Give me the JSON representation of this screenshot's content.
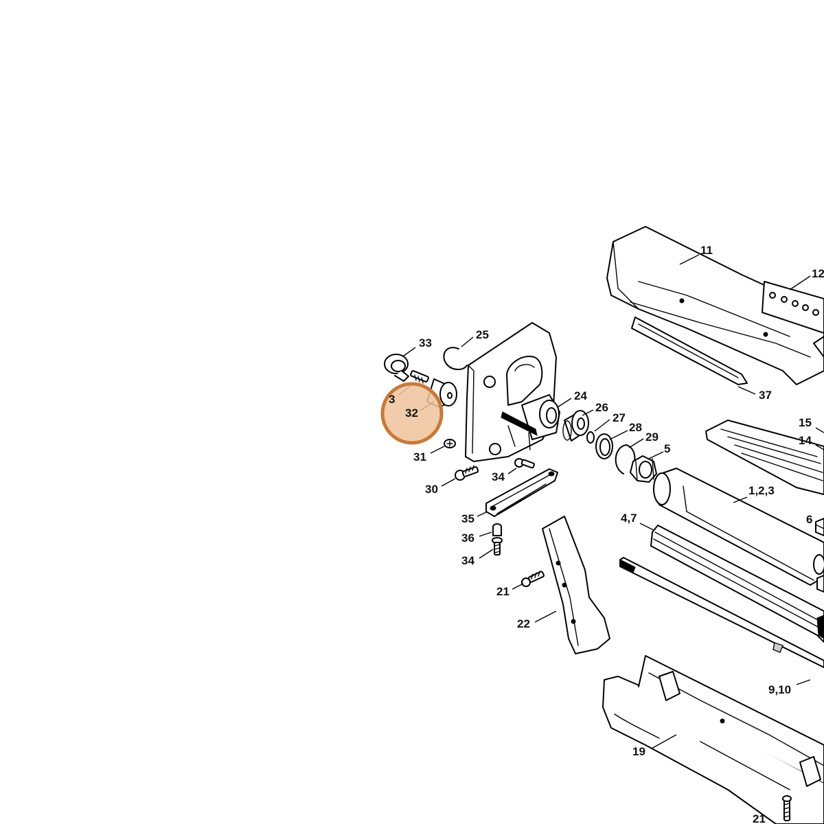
{
  "highlight": {
    "label": "32",
    "fill": "#EDC39C",
    "stroke": "#C97A35"
  },
  "callouts": {
    "c11": "11",
    "c12": "12",
    "c37": "37",
    "c33": "33",
    "c25": "25",
    "c3": "3",
    "c32": "32",
    "c24": "24",
    "c26": "26",
    "c27": "27",
    "c28": "28",
    "c29": "29",
    "c5": "5",
    "c15": "15",
    "c14": "14",
    "c31": "31",
    "c30": "30",
    "c34a": "34",
    "c123": "1,2,3",
    "c35": "35",
    "c47": "4,7",
    "c6": "6",
    "c36": "36",
    "c34b": "34",
    "c21a": "21",
    "c22": "22",
    "c910": "9,10",
    "c19": "19",
    "c21b": "21"
  }
}
